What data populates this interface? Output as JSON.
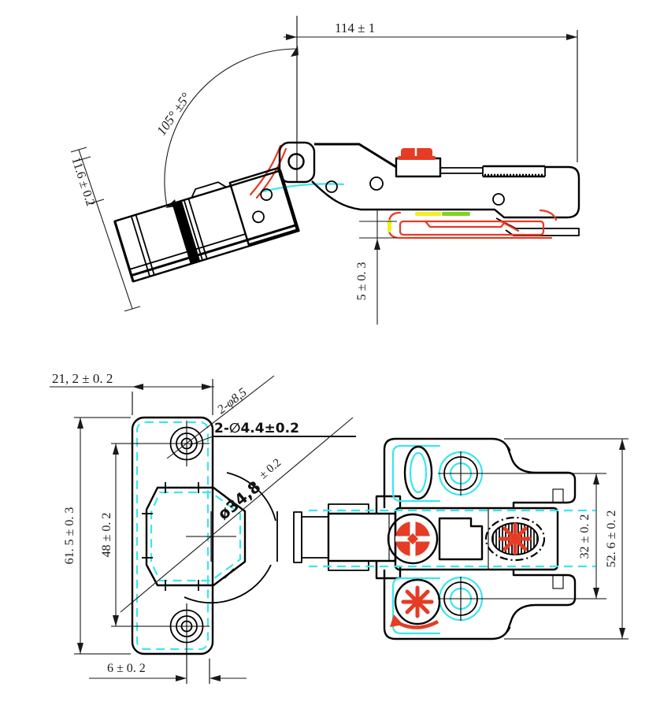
{
  "drawing": {
    "side_view": {
      "overall_length": "114 ± 1",
      "opening_angle": "105° ±5°",
      "cup_depth": "11.6 ± 0.2",
      "plate_height": "5 ± 0. 3"
    },
    "plan_view": {
      "wing_width": "21, 2 ± 0. 2",
      "hole_note_outer": "2-φ8,5",
      "hole_note_pilot": "2-∅4.4±0.2",
      "cup_diameter": "ø34,8",
      "cup_diameter_tol": "± 0.2",
      "wing_length": "61. 5 ± 0. 3",
      "hole_spacing": "48 ± 0. 2",
      "hole_edge_offset": "6 ± 0. 2",
      "plate_hole_spacing": "32 ± 0. 2",
      "plate_length": "52. 6 ± 0. 2"
    },
    "colors": {
      "line": "#000000",
      "highlight_red": "#e63b24",
      "reference_cyan": "#3ae6ee",
      "accent_yellow": "#f2ef1c",
      "accent_green": "#7ed321",
      "text": "#1a1a1a"
    }
  }
}
